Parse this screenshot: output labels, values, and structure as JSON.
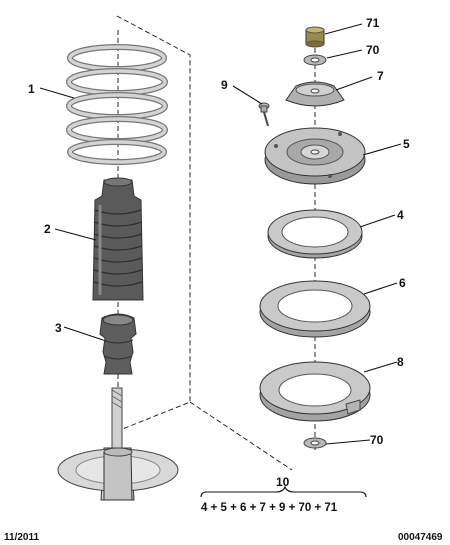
{
  "callouts": {
    "c1": "1",
    "c2": "2",
    "c3": "3",
    "c4": "4",
    "c5": "5",
    "c6": "6",
    "c7": "7",
    "c8": "8",
    "c9": "9",
    "c70_top": "70",
    "c70_bottom": "70",
    "c71": "71",
    "c10": "10"
  },
  "kit_formula": "4 + 5 + 6 + 7 + 9 + 70 + 71",
  "footer": {
    "date": "11/2011",
    "reference": "00047469"
  },
  "colors": {
    "part_fill": "#c9c9c9",
    "part_shadow": "#8e8e8e",
    "part_light": "#e6e6e6",
    "line": "#111111"
  }
}
